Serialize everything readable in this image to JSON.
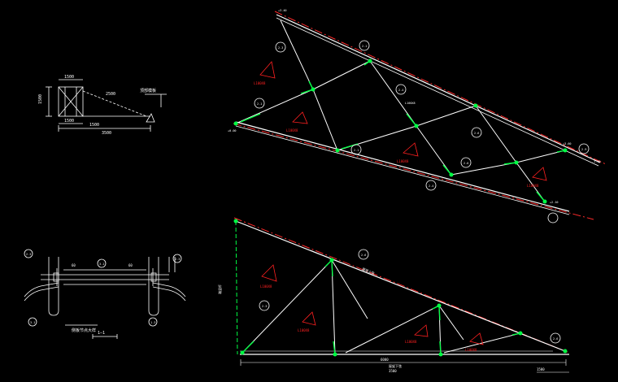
{
  "colors": {
    "background": "#000000",
    "member": "#ffffff",
    "centerline": "#ff2a2a",
    "weld": "#00ff44",
    "dim": "#ffffff",
    "callout": "#ff2020"
  },
  "key_plan": {
    "dims": [
      "1500",
      "1500",
      "1500",
      "2500",
      "1500",
      "3500"
    ],
    "note_label": "顶部模板"
  },
  "section_detail": {
    "title": "侧板节点大样",
    "section_mark": "1—1",
    "bubbles": [
      "2.3",
      "3.1",
      "2.3",
      "3.1",
      "1.3"
    ],
    "dims": [
      "60",
      "60"
    ]
  },
  "truss_upper": {
    "bubbles": [
      "2.3",
      "2.1",
      "2.1",
      "2.4",
      "2.1",
      "2.6",
      "2.6",
      "2.4",
      "2.9"
    ],
    "callouts": [
      "L100X8",
      "L100X8",
      "L100X8",
      "L100X8",
      "L100X8"
    ],
    "elev_marks": [
      "+0.00",
      "+3.40",
      "+3.60",
      "-1.10",
      "+2.10"
    ]
  },
  "truss_lower": {
    "top_label": "屋架上弦",
    "bottom_label": "屋架下弦",
    "side_label": "端竖杆",
    "bubbles": [
      "2.6",
      "2.3",
      "2.6"
    ],
    "callouts": [
      "L100X8",
      "L100X8",
      "L100X8",
      "L100X8"
    ],
    "dims": [
      "6000",
      "1500",
      "3500"
    ]
  }
}
